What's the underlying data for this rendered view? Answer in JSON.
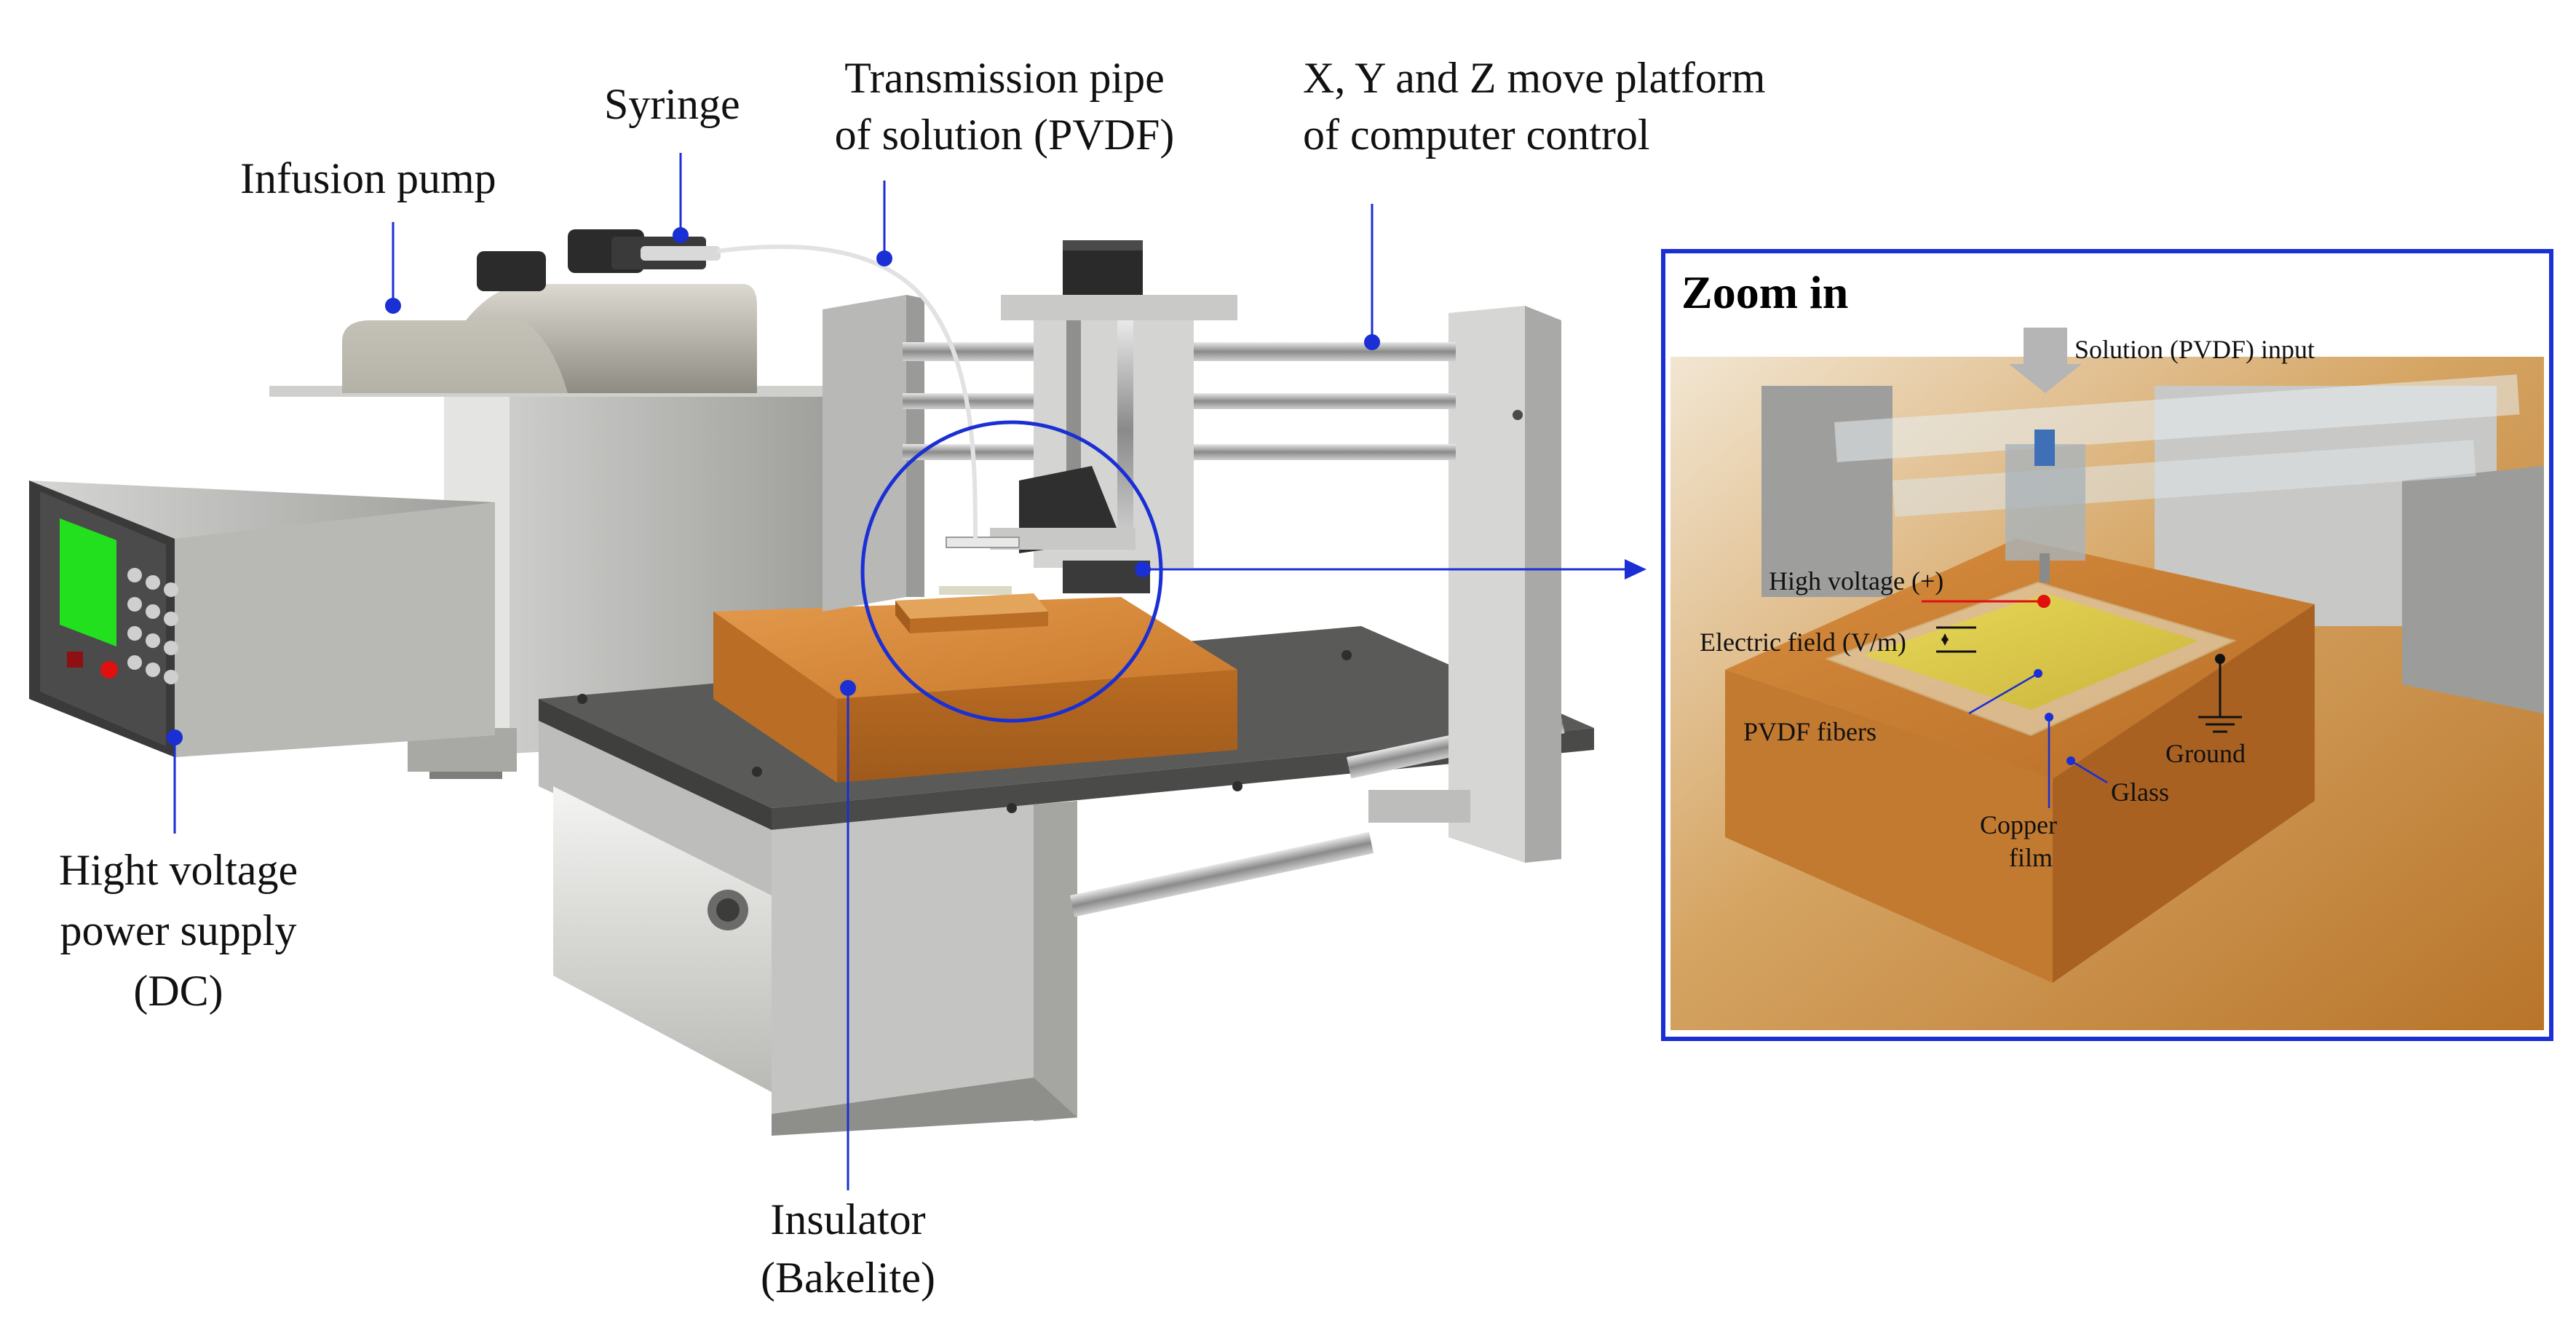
{
  "labels": {
    "infusion_pump": "Infusion pump",
    "syringe": "Syringe",
    "pipe_line1": "Transmission pipe",
    "pipe_line2": "of solution (PVDF)",
    "platform_line1": "X, Y and Z move platform",
    "platform_line2": "of computer control",
    "power_line1": "Hight voltage",
    "power_line2": "power supply",
    "power_line3": "(DC)",
    "insulator_line1": "Insulator",
    "insulator_line2": "(Bakelite)"
  },
  "zoom": {
    "title": "Zoom in",
    "solution_input": "Solution (PVDF) input",
    "high_voltage": "High voltage (+)",
    "electric_field": "Electric field (V/m)",
    "pvdf_fibers": "PVDF fibers",
    "ground": "Ground",
    "glass": "Glass",
    "copper_line1": "Copper",
    "copper_line2": "film"
  },
  "colors": {
    "callout": "#1a2fd4",
    "insulator": "#c9782b",
    "power_screen": "#22e01e",
    "high_voltage_dot": "#e01010"
  }
}
